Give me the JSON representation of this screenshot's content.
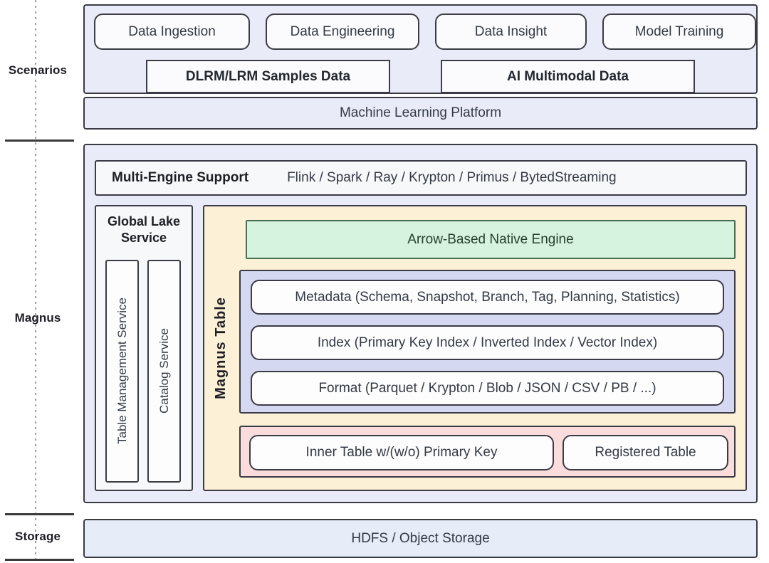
{
  "rows": [
    {
      "label": "Scenarios"
    },
    {
      "label": "Magnus"
    },
    {
      "label": "Storage"
    }
  ],
  "scenarios": {
    "chips": [
      {
        "label": "Data Ingestion"
      },
      {
        "label": "Data Engineering"
      },
      {
        "label": "Data Insight"
      },
      {
        "label": "Model Training"
      }
    ],
    "data_boxes": [
      {
        "label": "DLRM/LRM Samples Data"
      },
      {
        "label": "AI Multimodal Data"
      }
    ],
    "platform_label": "Machine Learning Platform"
  },
  "magnus": {
    "engine_row": {
      "title": "Multi-Engine Support",
      "engines": "Flink / Spark / Ray / Krypton / Primus / BytedStreaming"
    },
    "global_lake_service": {
      "title": "Global Lake Service",
      "services": [
        {
          "label": "Table Management Service"
        },
        {
          "label": "Catalog Service"
        }
      ]
    },
    "magnus_table": {
      "label": "Magnus Table",
      "native_engine": "Arrow-Based Native Engine",
      "core_rows": [
        {
          "label": "Metadata (Schema, Snapshot, Branch, Tag, Planning, Statistics)"
        },
        {
          "label": "Index (Primary Key Index / Inverted Index / Vector Index)"
        },
        {
          "label": "Format (Parquet / Krypton / Blob / JSON / CSV / PB / ...)"
        }
      ],
      "table_types": [
        {
          "label": "Inner Table w/(w/o) Primary Key"
        },
        {
          "label": "Registered Table"
        }
      ]
    }
  },
  "storage": {
    "label": "HDFS / Object Storage"
  },
  "colors": {
    "panel_bg": "#E9ECF8",
    "storage_bg": "#E6EDF8",
    "magnus_table_bg": "#FCF1D7",
    "native_engine_bg": "#D6F3E0",
    "core_group_bg": "#D4D8F1",
    "table_group_bg": "#FADCDC",
    "border": "#3B3B46"
  }
}
